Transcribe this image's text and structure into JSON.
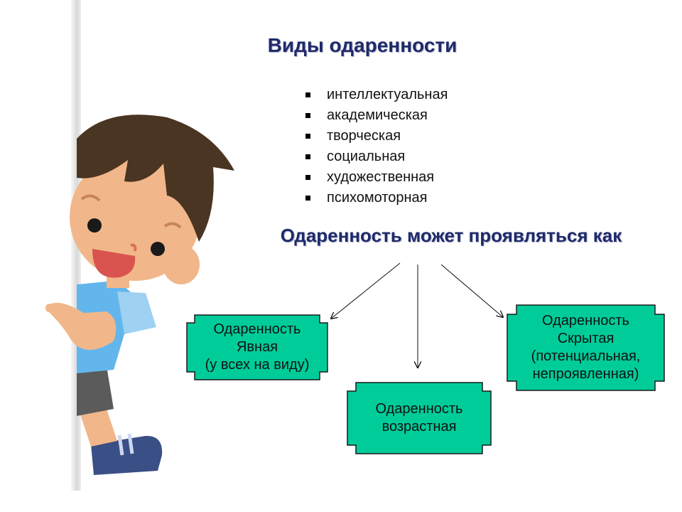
{
  "title": "Виды одаренности",
  "types": [
    "интеллектуальная",
    "академическая",
    "творческая",
    "социальная",
    "художественная",
    "психомоторная"
  ],
  "subtitle": "Одаренность может проявляться как",
  "boxes": {
    "left": [
      "Одаренность",
      "Явная",
      "(у всех на виду)"
    ],
    "center": [
      "Одаренность",
      "возрастная"
    ],
    "right": [
      "Одаренность",
      "Скрытая",
      "(потенциальная,",
      "непроявленная)"
    ]
  },
  "colors": {
    "box_fill": "#00cc99",
    "box_border": "#1a1a1a",
    "heading": "#1f2a6b"
  }
}
